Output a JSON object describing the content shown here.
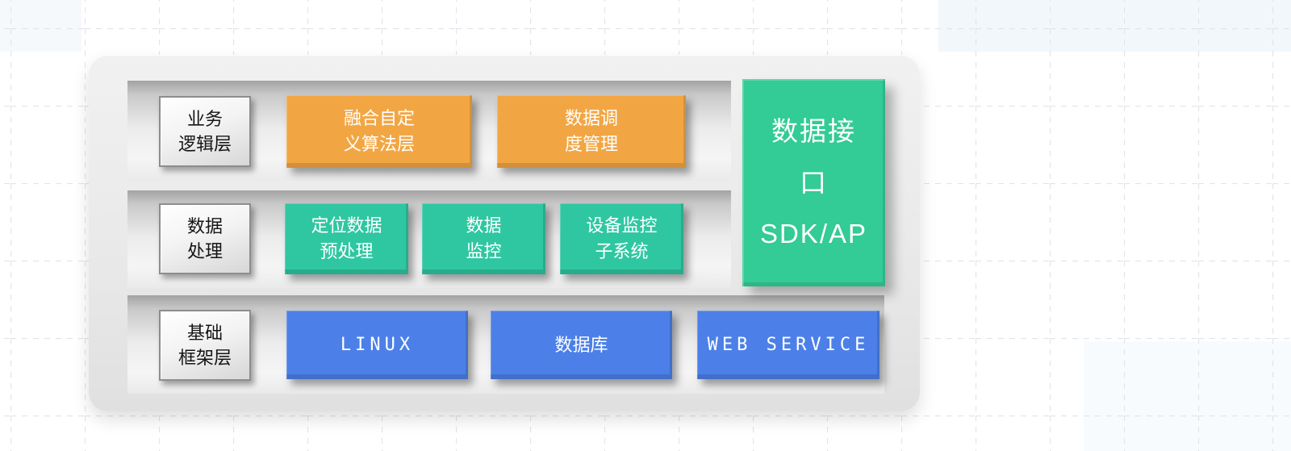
{
  "diagram": {
    "rows": [
      {
        "label": {
          "lines": [
            "业务",
            "逻辑层"
          ]
        },
        "boxes": [
          {
            "lines": [
              "融合自定",
              "义算法层"
            ]
          },
          {
            "lines": [
              "数据调",
              "度管理"
            ]
          }
        ]
      },
      {
        "label": {
          "lines": [
            "数据",
            "处理"
          ]
        },
        "boxes": [
          {
            "lines": [
              "定位数据",
              "预处理"
            ]
          },
          {
            "lines": [
              "数据",
              "监控"
            ]
          },
          {
            "lines": [
              "设备监控",
              "子系统"
            ]
          }
        ]
      },
      {
        "label": {
          "lines": [
            "基础",
            "框架层"
          ]
        },
        "boxes": [
          {
            "lines": [
              "LINUX"
            ]
          },
          {
            "lines": [
              "数据库"
            ]
          },
          {
            "lines": [
              "WEB SERVICE"
            ]
          }
        ]
      }
    ],
    "side_box": {
      "lines": [
        "数据接",
        "口",
        "SDK/AP"
      ]
    },
    "colors": {
      "orange": "#F2A643",
      "teal": "#2FC7A1",
      "blue": "#4C80E8",
      "green": "#33CB96",
      "panel": "#EAEAEA"
    }
  }
}
